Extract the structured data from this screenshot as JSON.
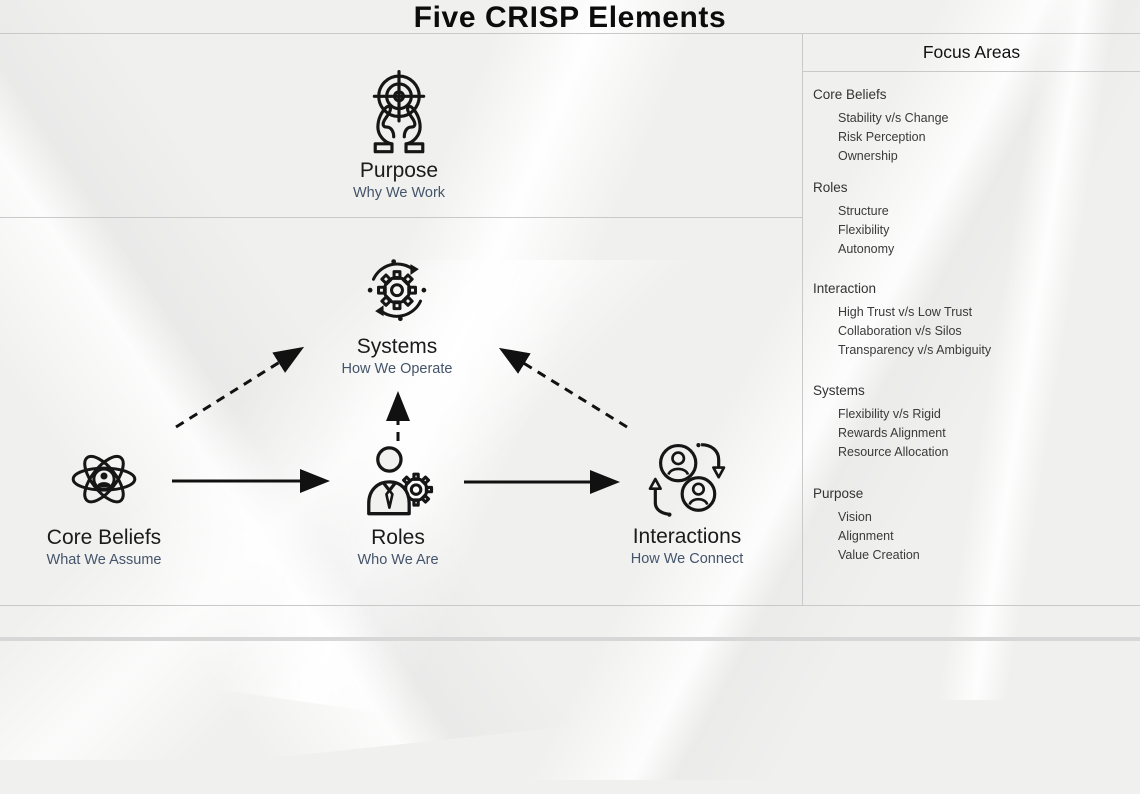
{
  "title": "Five CRISP Elements",
  "diagram": {
    "nodes": [
      {
        "id": "purpose",
        "label": "Purpose",
        "subtitle": "Why We Work",
        "icon": "target-in-hands-icon"
      },
      {
        "id": "systems",
        "label": "Systems",
        "subtitle": "How We Operate",
        "icon": "gear-cycle-icon"
      },
      {
        "id": "core-beliefs",
        "label": "Core Beliefs",
        "subtitle": "What We Assume",
        "icon": "atom-person-icon"
      },
      {
        "id": "roles",
        "label": "Roles",
        "subtitle": "Who We Are",
        "icon": "person-gear-icon"
      },
      {
        "id": "interactions",
        "label": "Interactions",
        "subtitle": "How We Connect",
        "icon": "people-exchange-icon"
      }
    ],
    "connections": [
      {
        "from": "core-beliefs",
        "to": "roles",
        "style": "solid"
      },
      {
        "from": "roles",
        "to": "interactions",
        "style": "solid"
      },
      {
        "from": "core-beliefs",
        "to": "systems",
        "style": "dashed"
      },
      {
        "from": "roles",
        "to": "systems",
        "style": "dashed"
      },
      {
        "from": "interactions",
        "to": "systems",
        "style": "dashed"
      }
    ]
  },
  "focus_panel": {
    "title": "Focus Areas",
    "groups": [
      {
        "heading": "Core Beliefs",
        "items": [
          "Stability v/s Change",
          "Risk Perception",
          "Ownership"
        ]
      },
      {
        "heading": "Roles",
        "items": [
          "Structure",
          "Flexibility",
          "Autonomy"
        ]
      },
      {
        "heading": "Interaction",
        "items": [
          "High Trust v/s Low Trust",
          "Collaboration v/s Silos",
          "Transparency v/s Ambiguity"
        ]
      },
      {
        "heading": "Systems",
        "items": [
          "Flexibility v/s Rigid",
          "Rewards Alignment",
          "Resource Allocation"
        ]
      },
      {
        "heading": "Purpose",
        "items": [
          "Vision",
          "Alignment",
          "Value Creation"
        ]
      }
    ]
  },
  "colors": {
    "background": "#f0f0ef",
    "line": "#c9c9c9",
    "label_text": "#1b1b1b",
    "subtitle_text": "#44546a",
    "icon_stroke": "#161616"
  }
}
